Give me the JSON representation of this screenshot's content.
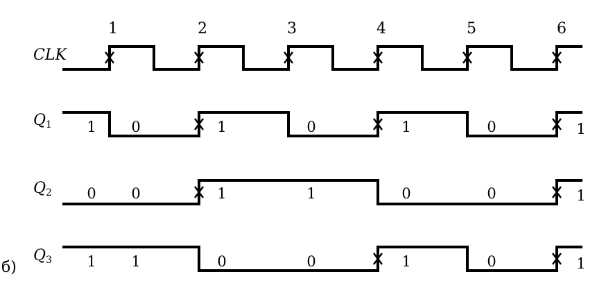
{
  "figure_label": "б)",
  "clock_edges": [
    "1",
    "2",
    "3",
    "4",
    "5",
    "6"
  ],
  "signals": [
    {
      "name": "CLK",
      "label_main": "CLK",
      "label_sub": "",
      "levels": [
        0,
        1,
        0,
        1,
        0,
        1,
        0,
        1,
        0,
        1,
        0,
        1
      ]
    },
    {
      "name": "Q1",
      "label_main": "Q",
      "label_sub": "1",
      "levels": [
        1,
        0,
        1,
        0,
        1,
        0,
        1
      ],
      "values": [
        "1",
        "0",
        "1",
        "0",
        "1",
        "0",
        "1"
      ]
    },
    {
      "name": "Q2",
      "label_main": "Q",
      "label_sub": "2",
      "levels": [
        0,
        0,
        1,
        1,
        0,
        0,
        1
      ],
      "values": [
        "0",
        "0",
        "1",
        "1",
        "0",
        "0",
        "1"
      ]
    },
    {
      "name": "Q3",
      "label_main": "Q",
      "label_sub": "3",
      "levels": [
        1,
        1,
        0,
        0,
        1,
        0,
        1
      ],
      "values": [
        "1",
        "1",
        "0",
        "0",
        "1",
        "0",
        "1"
      ]
    }
  ]
}
